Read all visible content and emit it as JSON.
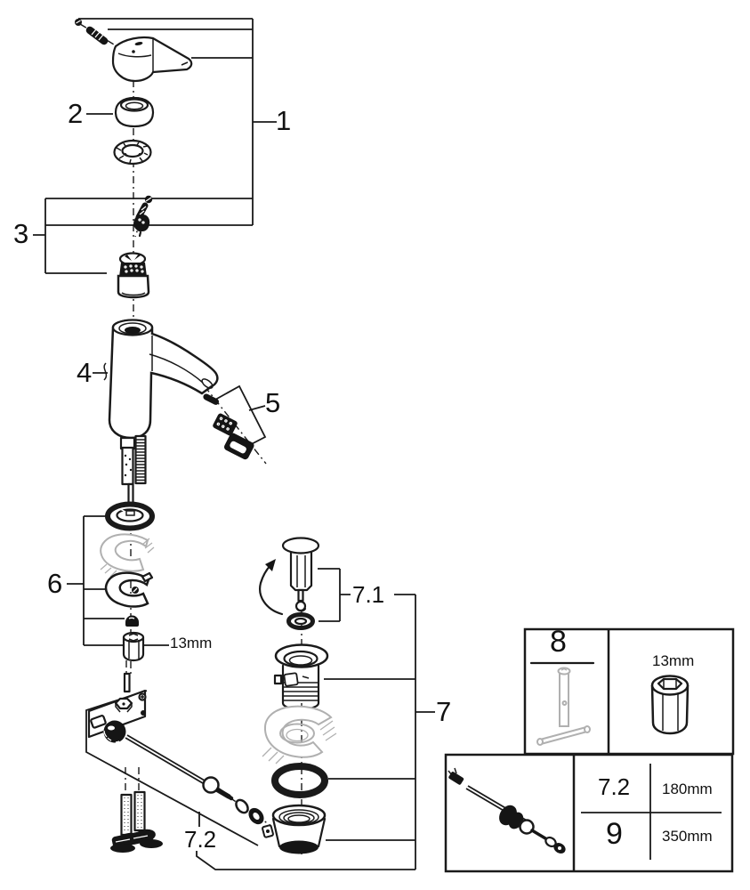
{
  "figure": {
    "kind": "exploded-parts-diagram",
    "labels": {
      "part1": "1",
      "part2": "2",
      "part3": "3",
      "part4": "4",
      "part5": "5",
      "part6": "6",
      "part7": "7",
      "part7_1": "7.1",
      "part7_2": "7.2"
    },
    "callouts": {
      "wrench_size": "13mm"
    },
    "info_boxes": {
      "tool_box": {
        "part_number": "8",
        "tool_icon": "socket-wrench-icon",
        "wrench_size": "13mm",
        "nut_icon": "hex-nut-icon"
      },
      "rod_table": {
        "illustration_icon": "pop-up-rod-icon",
        "rows": [
          {
            "part_number": "7.2",
            "length": "180mm"
          },
          {
            "part_number": "9",
            "length": "350mm"
          }
        ]
      }
    },
    "colors": {
      "line": "#1a1a1a",
      "ghost_gray": "#b0b0b0",
      "background": "#ffffff"
    }
  }
}
